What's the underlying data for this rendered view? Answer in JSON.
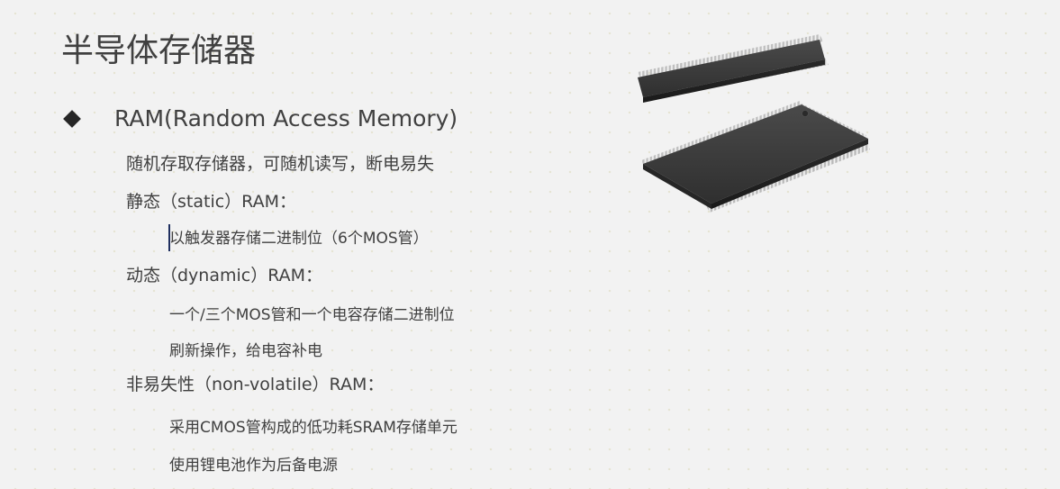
{
  "slide": {
    "title": "半导体存储器",
    "bullet": {
      "label": "RAM(Random Access Memory)",
      "description": "随机存取存储器，可随机读写，断电易失",
      "static": {
        "heading": "静态（static）RAM：",
        "items": [
          "以触发器存储二进制位（6个MOS管）"
        ]
      },
      "dynamic": {
        "heading": "动态（dynamic）RAM：",
        "items": [
          "一个/三个MOS管和一个电容存储二进制位",
          "刷新操作，给电容补电"
        ]
      },
      "nonvolatile": {
        "heading": "非易失性（non-volatile）RAM：",
        "items": [
          "采用CMOS管构成的低功耗SRAM存储单元",
          "使用锂电池作为后备电源"
        ]
      }
    },
    "image": {
      "icon": "ram-chip-photo",
      "chip_body_color": "#3c3c3c",
      "pin_color": "#b9b9b9"
    }
  }
}
